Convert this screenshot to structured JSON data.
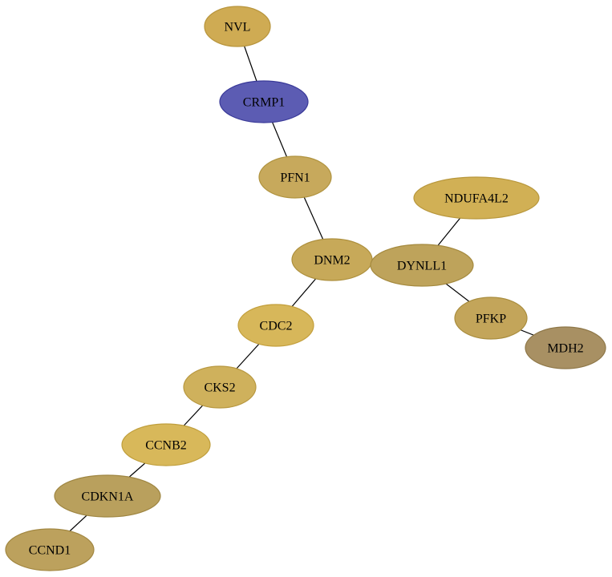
{
  "graph": {
    "nodes": [
      {
        "id": "nvl",
        "label": "NVL",
        "color": "#cfab53",
        "stroke": "#b8953d"
      },
      {
        "id": "crmp1",
        "label": "CRMP1",
        "color": "#5c5cb3",
        "stroke": "#3a3a99"
      },
      {
        "id": "pfn1",
        "label": "PFN1",
        "color": "#c7a95c",
        "stroke": "#b0933f"
      },
      {
        "id": "ndufa4l2",
        "label": "NDUFA4L2",
        "color": "#d1b055",
        "stroke": "#b8973c"
      },
      {
        "id": "dnm2",
        "label": "DNM2",
        "color": "#c7a959",
        "stroke": "#ad8f3c"
      },
      {
        "id": "dynll1",
        "label": "DYNLL1",
        "color": "#bea35b",
        "stroke": "#a58a3f"
      },
      {
        "id": "pfkp",
        "label": "PFKP",
        "color": "#c3a55a",
        "stroke": "#a98d3e"
      },
      {
        "id": "mdh2",
        "label": "MDH2",
        "color": "#a89063",
        "stroke": "#8e7748"
      },
      {
        "id": "cdc2",
        "label": "CDC2",
        "color": "#d7b75a",
        "stroke": "#c39f3c"
      },
      {
        "id": "cks2",
        "label": "CKS2",
        "color": "#cfb15c",
        "stroke": "#b89840"
      },
      {
        "id": "ccnb2",
        "label": "CCNB2",
        "color": "#d8b85a",
        "stroke": "#c09f3d"
      },
      {
        "id": "cdkn1a",
        "label": "CDKN1A",
        "color": "#b9a05d",
        "stroke": "#9f8642"
      },
      {
        "id": "ccnd1",
        "label": "CCND1",
        "color": "#bca15d",
        "stroke": "#a28741"
      }
    ],
    "edges": [
      {
        "from": "nvl",
        "to": "crmp1"
      },
      {
        "from": "crmp1",
        "to": "pfn1"
      },
      {
        "from": "pfn1",
        "to": "dnm2"
      },
      {
        "from": "dnm2",
        "to": "dynll1"
      },
      {
        "from": "dnm2",
        "to": "cdc2"
      },
      {
        "from": "ndufa4l2",
        "to": "dynll1"
      },
      {
        "from": "dynll1",
        "to": "pfkp"
      },
      {
        "from": "pfkp",
        "to": "mdh2"
      },
      {
        "from": "cdc2",
        "to": "cks2"
      },
      {
        "from": "cks2",
        "to": "ccnb2"
      },
      {
        "from": "ccnb2",
        "to": "cdkn1a"
      },
      {
        "from": "cdkn1a",
        "to": "ccnd1"
      }
    ]
  }
}
